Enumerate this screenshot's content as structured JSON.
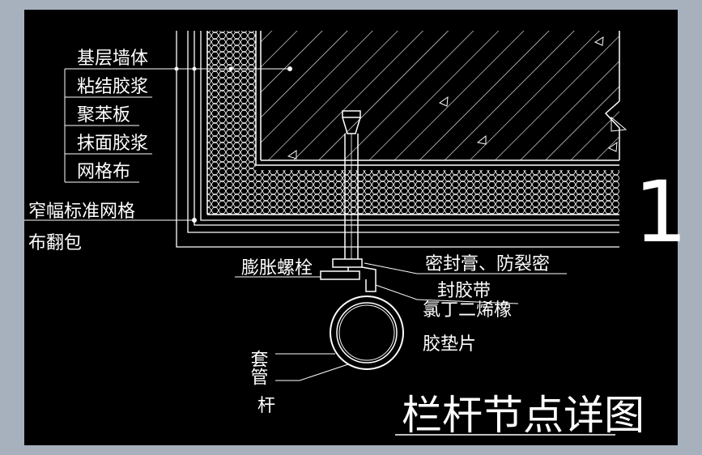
{
  "title": "栏杆节点详图",
  "detail_number": "1",
  "layers": [
    {
      "text": "基层墙体"
    },
    {
      "text": "粘结胶浆"
    },
    {
      "text": "聚苯板"
    },
    {
      "text": "抹面胶浆"
    },
    {
      "text": "网格布"
    }
  ],
  "mesh_label": {
    "line1": "窄幅标准网格",
    "line2": "布翻包"
  },
  "anchor_label": "膨胀螺栓",
  "sealant_label": {
    "line1": "密封膏、防裂密",
    "line2": "封胶带"
  },
  "rubber_label": {
    "line1": "氯丁二烯橡",
    "line2": "胶垫片"
  },
  "sleeve_label": "套管",
  "rail_label": "杆",
  "colors": {
    "background": "#a7b1be",
    "canvas": "#000000",
    "lines": "#ffffff"
  }
}
